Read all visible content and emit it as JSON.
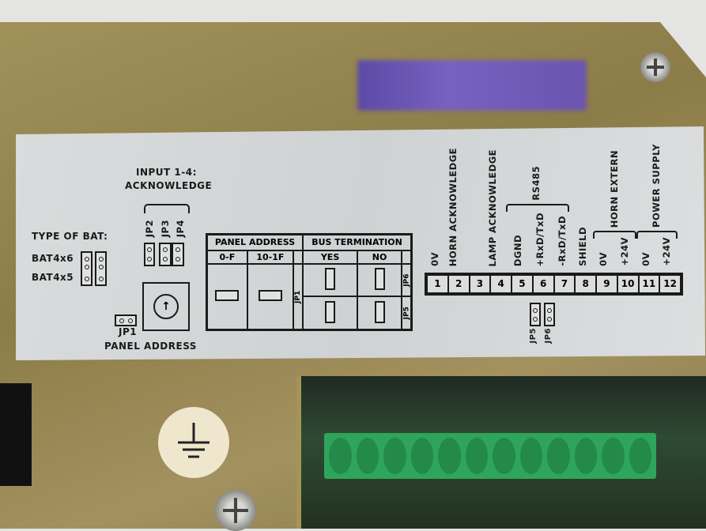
{
  "left_panel": {
    "type_of_bat": "TYPE OF BAT:",
    "bat_options": [
      "BAT4x6",
      "BAT4x5"
    ],
    "input_title": "INPUT 1-4:",
    "input_subtitle": "ACKNOWLEDGE",
    "input_jumpers": [
      "JP2",
      "JP3",
      "JP4"
    ],
    "jp1": "JP1",
    "panel_address": "PANEL ADDRESS",
    "dial_icon": "arrow-up-icon"
  },
  "table": {
    "panel_address": "PANEL ADDRESS",
    "bus_termination": "BUS TERMINATION",
    "cols": [
      "0-F",
      "10-1F",
      "YES",
      "NO"
    ],
    "jp1": "JP1",
    "jp5": "JP5",
    "jp6": "JP6"
  },
  "terminals": {
    "labels": [
      "0V",
      "HORN ACKNOWLEDGE",
      "",
      "LAMP ACKNOWLEDGE",
      "DGND",
      "+RxD/TxD",
      "-RxD/TxD",
      "SHIELD",
      "0V",
      "+24V",
      "0V",
      "+24V"
    ],
    "numbers": [
      "1",
      "2",
      "3",
      "4",
      "5",
      "6",
      "7",
      "8",
      "9",
      "10",
      "11",
      "12"
    ],
    "groups": {
      "rs485": "RS485",
      "horn_extern": "HORN EXTERN",
      "power_supply": "POWER SUPPLY"
    },
    "jumpers": [
      "JP5",
      "JP6"
    ]
  },
  "colors": {
    "plate": "#9a8a55",
    "label": "#d8dadb",
    "ink": "#1a1a1a",
    "terminal_block": "#2fa55b",
    "sticker": "#6a54b0"
  }
}
